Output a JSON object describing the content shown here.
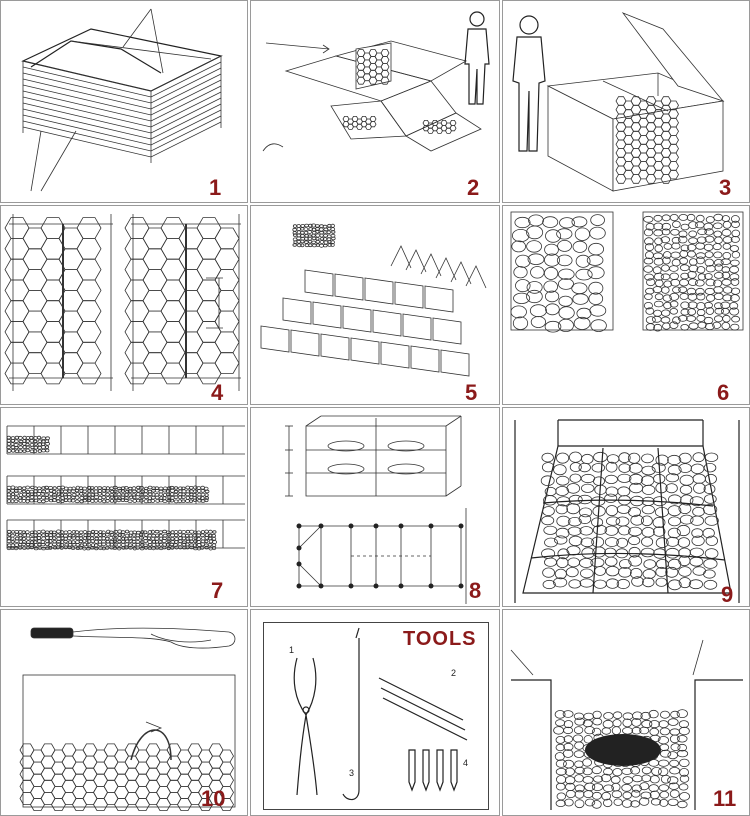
{
  "panels": [
    {
      "number": "1"
    },
    {
      "number": "2"
    },
    {
      "number": "3"
    },
    {
      "number": "4"
    },
    {
      "number": "5"
    },
    {
      "number": "6"
    },
    {
      "number": "7"
    },
    {
      "number": "8"
    },
    {
      "number": "9"
    },
    {
      "number": "10"
    },
    {
      "number": "11"
    }
  ],
  "tools": {
    "title": "TOOLS",
    "labels": [
      "1",
      "2",
      "3",
      "4"
    ]
  },
  "colors": {
    "number_color": "#8b1a1a",
    "border": "#9a9a9a",
    "ink": "#222222"
  },
  "icons": [
    "gabion-bundle",
    "gabion-unfolded",
    "gabion-box-assembled",
    "hexagonal-mesh",
    "gabion-wall",
    "stone-fill",
    "fill-layers",
    "bracing-wires",
    "filled-gabion",
    "lacing-tool",
    "pliers",
    "crowbar",
    "lacing-wire",
    "steel-pegs",
    "trench-section"
  ]
}
